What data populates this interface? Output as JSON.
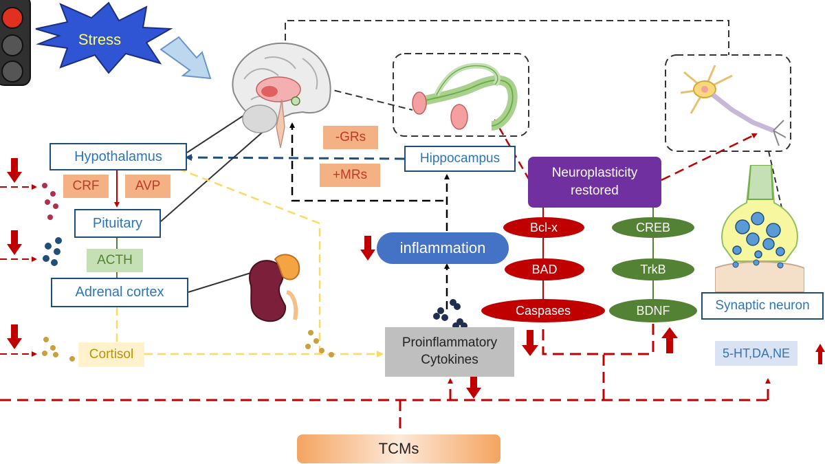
{
  "diagram": {
    "stress": "Stress",
    "hypothalamus": "Hypothalamus",
    "pituitary": "Pituitary",
    "adrenal_cortex": "Adrenal cortex",
    "hippocampus": "Hippocampus",
    "crf": "CRF",
    "avp": "AVP",
    "acth": "ACTH",
    "cortisol": "Cortisol",
    "minus_grs": "-GRs",
    "plus_mrs": "+MRs",
    "inflammation": "inflammation",
    "cytokines_line1": "Proinflammatory",
    "cytokines_line2": "Cytokines",
    "neuroplasticity_line1": "Neuroplasticity",
    "neuroplasticity_line2": "restored",
    "bcl_x": "Bcl-x",
    "bad": "BAD",
    "caspases": "Caspases",
    "creb": "CREB",
    "trkb": "TrkB",
    "bdnf": "BDNF",
    "synaptic_neuron": "Synaptic neuron",
    "monoamines": "5-HT,DA,NE",
    "tcms": "TCMs"
  },
  "colors": {
    "dark_red": "#c00000",
    "navy": "#1f4e79",
    "blue_text": "#2e75b6",
    "yellow_dash": "#ffd966",
    "purple": "#7030a0",
    "green": "#548235",
    "inflammation_blue": "#4472c4",
    "cytokine_gray": "#bfbfbf",
    "tcm_orange": "#f4a460"
  },
  "icons": [
    "traffic-light-icon",
    "stress-burst-icon",
    "brain-icon",
    "hippocampus-icon",
    "neuron-icon",
    "synapse-icon",
    "kidney-adrenal-icon",
    "down-arrow-icon",
    "up-arrow-icon"
  ]
}
